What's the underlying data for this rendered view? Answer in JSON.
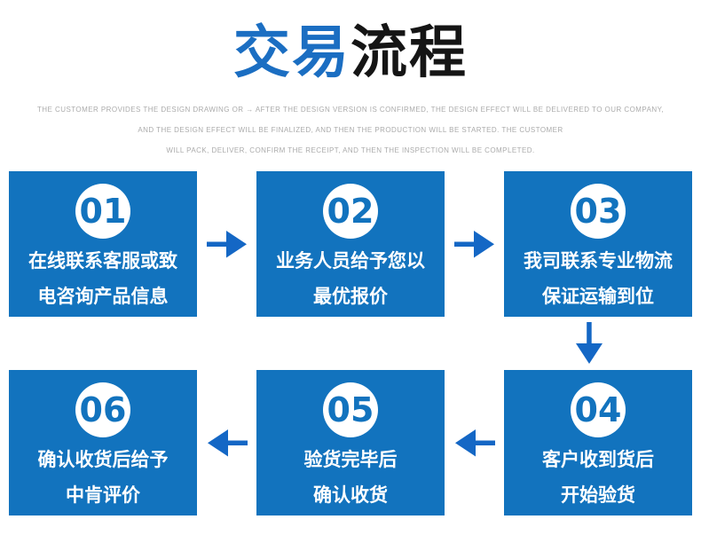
{
  "title": {
    "part1": "交易",
    "part2": "流程"
  },
  "subtitle": {
    "line1": "THE CUSTOMER PROVIDES THE DESIGN DRAWING OR → AFTER THE DESIGN VERSION IS CONFIRMED, THE DESIGN EFFECT WILL BE DELIVERED TO OUR COMPANY,",
    "line2": "AND THE DESIGN EFFECT WILL BE FINALIZED, AND THEN THE PRODUCTION WILL BE STARTED. THE CUSTOMER",
    "line3": "WILL PACK, DELIVER, CONFIRM THE RECEIPT, AND THEN THE INSPECTION WILL BE COMPLETED."
  },
  "colors": {
    "box_blue": "#1273be",
    "title_blue": "#1b6ec2",
    "title_black": "#151515",
    "arrow_blue": "#1467c5",
    "subtitle_gray": "#ababab",
    "circle_white": "#ffffff"
  },
  "steps": [
    {
      "number": "01",
      "line1": "在线联系客服或致",
      "line2": "电咨询产品信息"
    },
    {
      "number": "02",
      "line1": "业务人员给予您以",
      "line2": "最优报价"
    },
    {
      "number": "03",
      "line1": "我司联系专业物流",
      "line2": "保证运输到位"
    },
    {
      "number": "04",
      "line1": "客户收到货后",
      "line2": "开始验货"
    },
    {
      "number": "05",
      "line1": "验货完毕后",
      "line2": "确认收货"
    },
    {
      "number": "06",
      "line1": "确认收货后给予",
      "line2": "中肯评价"
    }
  ]
}
